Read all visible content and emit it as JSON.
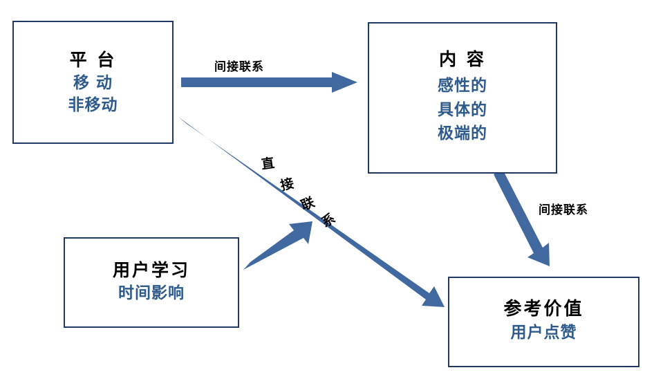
{
  "diagram": {
    "title_text": "",
    "colors": {
      "box_border": "#1f3864",
      "arrow": "#41699f",
      "title_text": "#000000",
      "sub_text": "#2f5b8c",
      "background": "#ffffff"
    },
    "nodes": [
      {
        "id": "platform",
        "title": "平 台",
        "sub_lines": [
          "移 动",
          "非移动"
        ]
      },
      {
        "id": "content",
        "title": "内 容",
        "sub_lines": [
          "感性的",
          "具体的",
          "极端的"
        ]
      },
      {
        "id": "user-learning",
        "title": "用户学习",
        "sub_lines": [
          "时间影响"
        ]
      },
      {
        "id": "reference-value",
        "title": "参考价值",
        "sub_lines": [
          "用户点赞"
        ]
      }
    ],
    "edges": [
      {
        "id": "platform-to-content",
        "label": "间接联系",
        "from": "platform",
        "to": "content",
        "style": "horizontal-arrow"
      },
      {
        "id": "platform-to-reference-value",
        "label": "直接联系",
        "label_glyphs": [
          "直",
          "接",
          "联",
          "系"
        ],
        "from": "platform",
        "to": "reference-value",
        "style": "diagonal-arrow"
      },
      {
        "id": "user-learning-to-direct-link",
        "label": "",
        "from": "user-learning",
        "to": "platform-to-reference-value",
        "style": "up-right-arrow"
      },
      {
        "id": "content-to-reference-value",
        "label": "间接联系",
        "from": "content",
        "to": "reference-value",
        "style": "diagonal-arrow"
      }
    ]
  }
}
